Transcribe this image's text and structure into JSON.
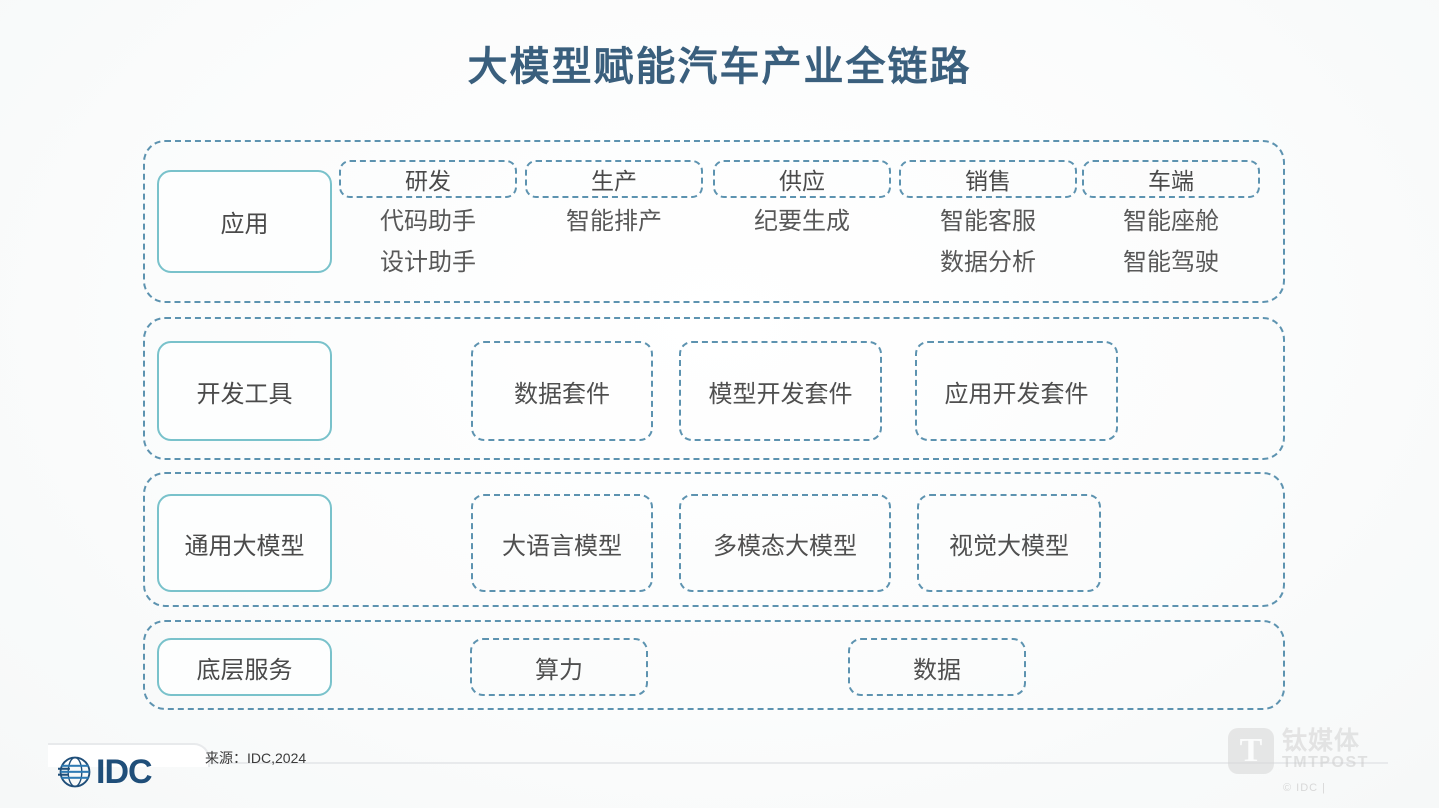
{
  "slide": {
    "title": "大模型赋能汽车产业全链路",
    "colors": {
      "title": "#3a5f7d",
      "solid_box_border": "#79c2cb",
      "dashed_border": "#5d93b0",
      "text": "#4f4f4f",
      "background": "#ffffff"
    }
  },
  "rows": [
    {
      "stage": "应用",
      "columns": [
        {
          "head": "研发",
          "items": [
            "代码助手",
            "设计助手"
          ]
        },
        {
          "head": "生产",
          "items": [
            "智能排产"
          ]
        },
        {
          "head": "供应",
          "items": [
            "纪要生成"
          ]
        },
        {
          "head": "销售",
          "items": [
            "智能客服",
            "数据分析"
          ]
        },
        {
          "head": "车端",
          "items": [
            "智能座舱",
            "智能驾驶"
          ]
        }
      ]
    },
    {
      "stage": "开发工具",
      "chips": [
        "数据套件",
        "模型开发套件",
        "应用开发套件"
      ]
    },
    {
      "stage": "通用大模型",
      "chips": [
        "大语言模型",
        "多模态大模型",
        "视觉大模型"
      ]
    },
    {
      "stage": "底层服务",
      "chips": [
        "算力",
        "数据"
      ]
    }
  ],
  "footer": {
    "logo_text": "IDC",
    "source": "来源：IDC,2024"
  },
  "watermark": {
    "mark": "T",
    "cn": "钛媒体",
    "en": "TMTPOST",
    "credit": "© IDC |"
  }
}
